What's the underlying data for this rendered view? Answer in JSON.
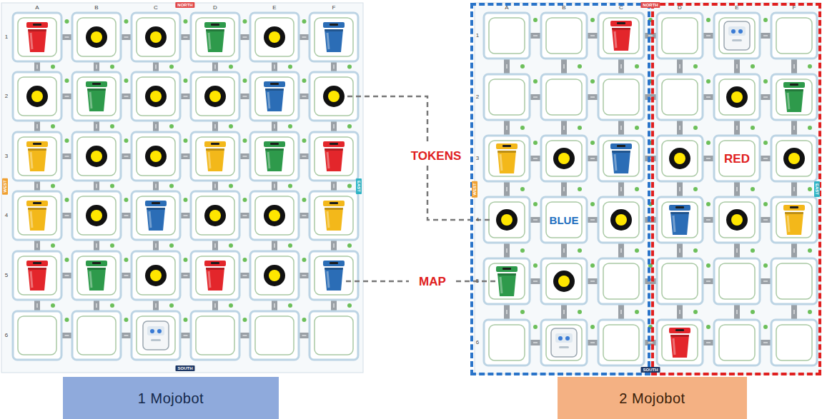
{
  "diagram": {
    "nodes": [
      {
        "text": [
          "BLUE"
        ]
      },
      {
        "text": [
          "RED"
        ]
      },
      {
        "text": [
          "1 Mojobot"
        ]
      },
      {
        "text": [
          "2 Mojobot"
        ]
      }
    ],
    "labels": [
      "TOKENS",
      "MAP",
      "A",
      "B",
      "C",
      "D",
      "E",
      "F",
      "1",
      "2",
      "3",
      "4",
      "5",
      "6",
      "NORTH",
      "SOUTH",
      "WEST",
      "EAST",
      "A",
      "B",
      "C",
      "D",
      "E",
      "F",
      "1",
      "2",
      "3",
      "4",
      "5",
      "6",
      "NORTH",
      "SOUTH",
      "WEST",
      "EAST"
    ]
  }
}
